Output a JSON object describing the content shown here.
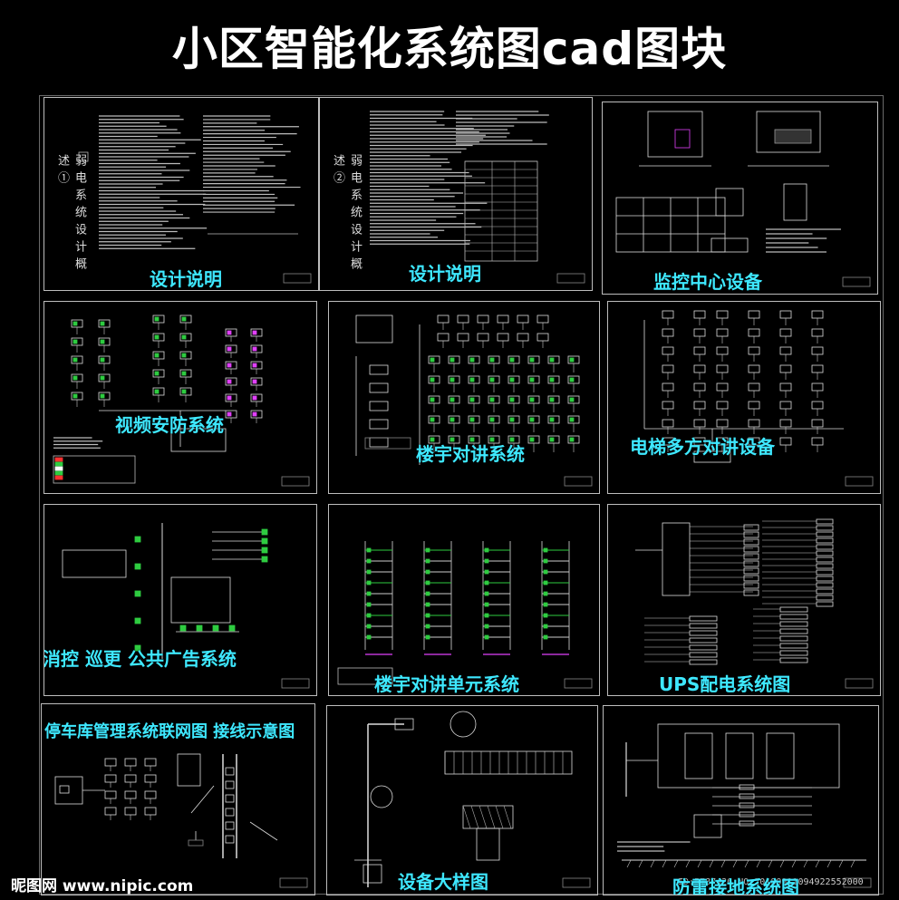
{
  "title": "小区智能化系统图cad图块",
  "panels": [
    {
      "caption": "设计说明",
      "side_text": "弱电系统设计概述①"
    },
    {
      "caption": "设计说明",
      "side_text": "弱电系统设计概述②"
    },
    {
      "caption": "监控中心设备"
    },
    {
      "caption": "视频安防系统"
    },
    {
      "caption": "楼宇对讲系统"
    },
    {
      "caption": "电梯多方对讲设备"
    },
    {
      "caption": "消控 巡更 公共广告系统"
    },
    {
      "caption": "楼宇对讲单元系统"
    },
    {
      "caption": "UPS配电系统图"
    },
    {
      "caption": "停车库管理系统联网图 接线示意图"
    },
    {
      "caption": "设备大样图"
    },
    {
      "caption": "防雷接地系统图"
    }
  ],
  "watermark": {
    "site": "昵图网 www.nipic.com",
    "id": "ID:5787426 NO:20180911094922552000"
  },
  "colors": {
    "background": "#000000",
    "caption": "#3ee8ff",
    "frame": "#bdbdbd",
    "accent_green": "#2ecc40",
    "accent_magenta": "#e040fb",
    "accent_red": "#ff3030"
  }
}
